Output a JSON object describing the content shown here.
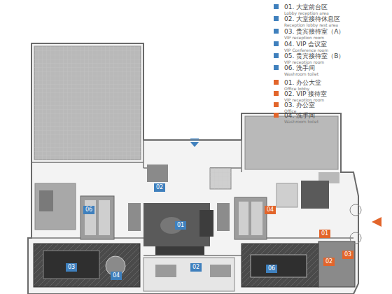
{
  "diagram": {
    "nodes": [
      {
        "text": [
          "02"
        ]
      },
      {
        "text": [
          "01"
        ]
      },
      {
        "text": [
          "06"
        ]
      },
      {
        "text": [
          "03"
        ]
      },
      {
        "text": [
          "04"
        ]
      },
      {
        "text": [
          "02"
        ]
      },
      {
        "text": [
          "06"
        ]
      },
      {
        "text": [
          "04"
        ]
      },
      {
        "text": [
          "01"
        ]
      },
      {
        "text": [
          "02"
        ]
      },
      {
        "text": [
          "03"
        ]
      }
    ],
    "labels": [
      "Lobby reception area",
      "Reception lobby rest area",
      "VIP reception room",
      "VIP Conference room",
      "VIP reception room",
      "Washroom toilet",
      "Office lobby",
      "VIP reception room",
      "Office",
      "Washroom toilet"
    ],
    "legend": [
      {
        "text": "01. 大堂前台区",
        "color": "#3f80bd"
      },
      {
        "text": "02. 大堂接待休息区",
        "color": "#3f80bd"
      },
      {
        "text": "03. 贵宾接待室（A）",
        "color": "#3f80bd"
      },
      {
        "text": "04. VIP 会议室",
        "color": "#3f80bd"
      },
      {
        "text": "05. 贵宾接待室（B）",
        "color": "#3f80bd"
      },
      {
        "text": "06. 洗手间",
        "color": "#3f80bd"
      },
      {
        "text": "01. 办公大堂",
        "color": "#e2652b"
      },
      {
        "text": "02. VIP 接待室",
        "color": "#e2652b"
      },
      {
        "text": "03. 办公室",
        "color": "#e2652b"
      },
      {
        "text": "04. 洗手间",
        "color": "#e2652b"
      }
    ]
  }
}
